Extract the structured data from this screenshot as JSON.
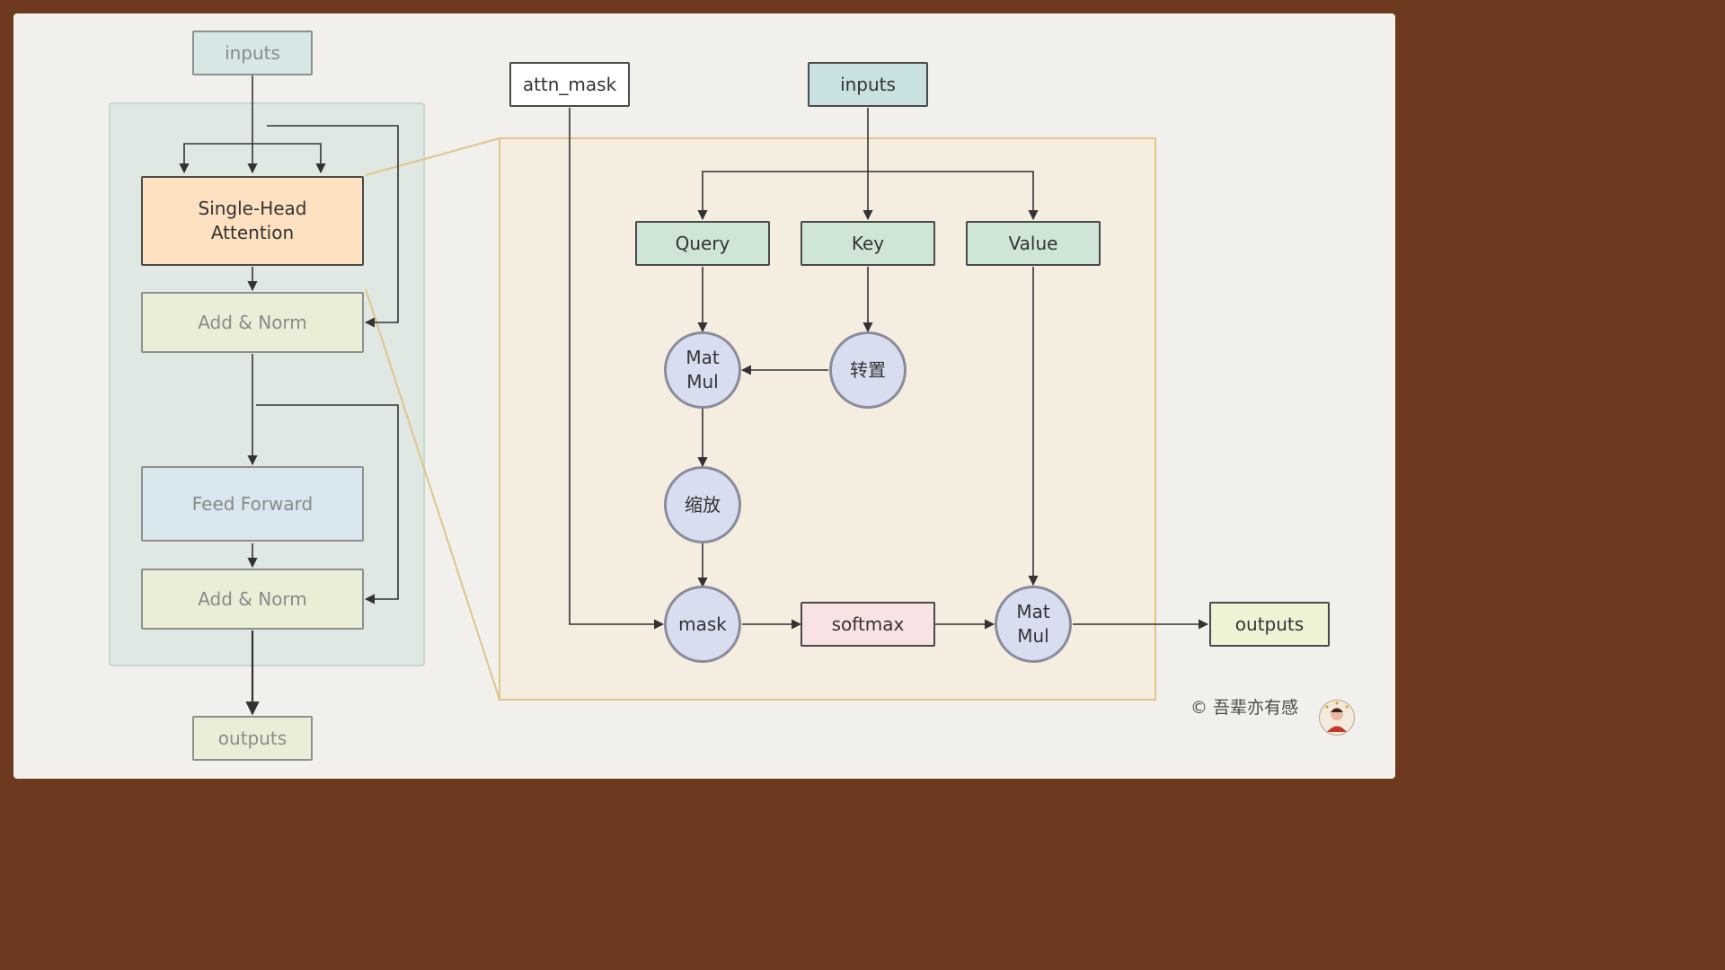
{
  "encoder": {
    "inputs": "inputs",
    "single_head_attention": "Single-Head\nAttention",
    "add_norm_1": "Add & Norm",
    "feed_forward": "Feed Forward",
    "add_norm_2": "Add & Norm",
    "outputs": "outputs"
  },
  "attention": {
    "attn_mask": "attn_mask",
    "inputs": "inputs",
    "query": "Query",
    "key": "Key",
    "value": "Value",
    "matmul_1": "Mat\nMul",
    "transpose": "转置",
    "scale": "缩放",
    "mask": "mask",
    "softmax": "softmax",
    "matmul_2": "Mat\nMul",
    "outputs": "outputs"
  },
  "copyright": "© 吾辈亦有感",
  "colors": {
    "frame": "#6e3a1f",
    "canvas": "#f1f0ec",
    "encoder_panel": "#dde7e2",
    "zoom_panel": "#f4ede0",
    "zoom_border": "#e2c48c",
    "attention_block": "#fde1c1",
    "add_norm": "#eaeed7",
    "feed_forward": "#d8e6ee",
    "teal_box": "#c9e1e1",
    "qkv_box": "#cfe6d6",
    "op_circle": "#d9ddf0",
    "softmax_box": "#f8e2e4",
    "outputs_box": "#eef3d6"
  }
}
